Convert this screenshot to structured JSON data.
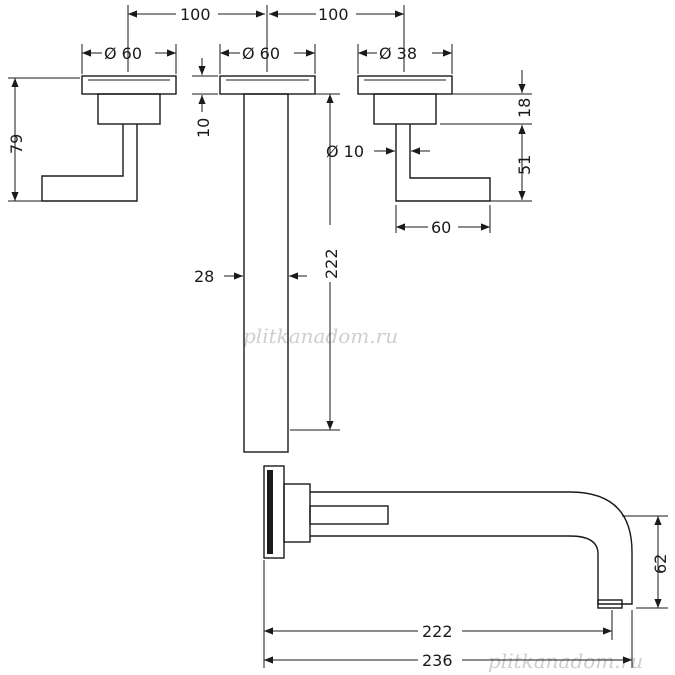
{
  "dimensions": {
    "spacing_left": "100",
    "spacing_right": "100",
    "dia_left_rosette": "Ø 60",
    "dia_center_rosette": "Ø 60",
    "dia_right_rosette": "Ø 38",
    "height_handle": "79",
    "thickness_plate": "10",
    "height_right_top": "18",
    "dia_lever": "Ø 10",
    "height_right_lever": "51",
    "lever_length": "60",
    "pipe_width": "28",
    "pipe_length": "222",
    "spout_projection": "222",
    "spout_total": "236",
    "spout_height": "62"
  },
  "watermarks": [
    "plitkanadom.ru",
    "plitkanadom.ru"
  ],
  "colors": {
    "line": "#1a1a1a",
    "watermark": "#cfcfcf"
  }
}
